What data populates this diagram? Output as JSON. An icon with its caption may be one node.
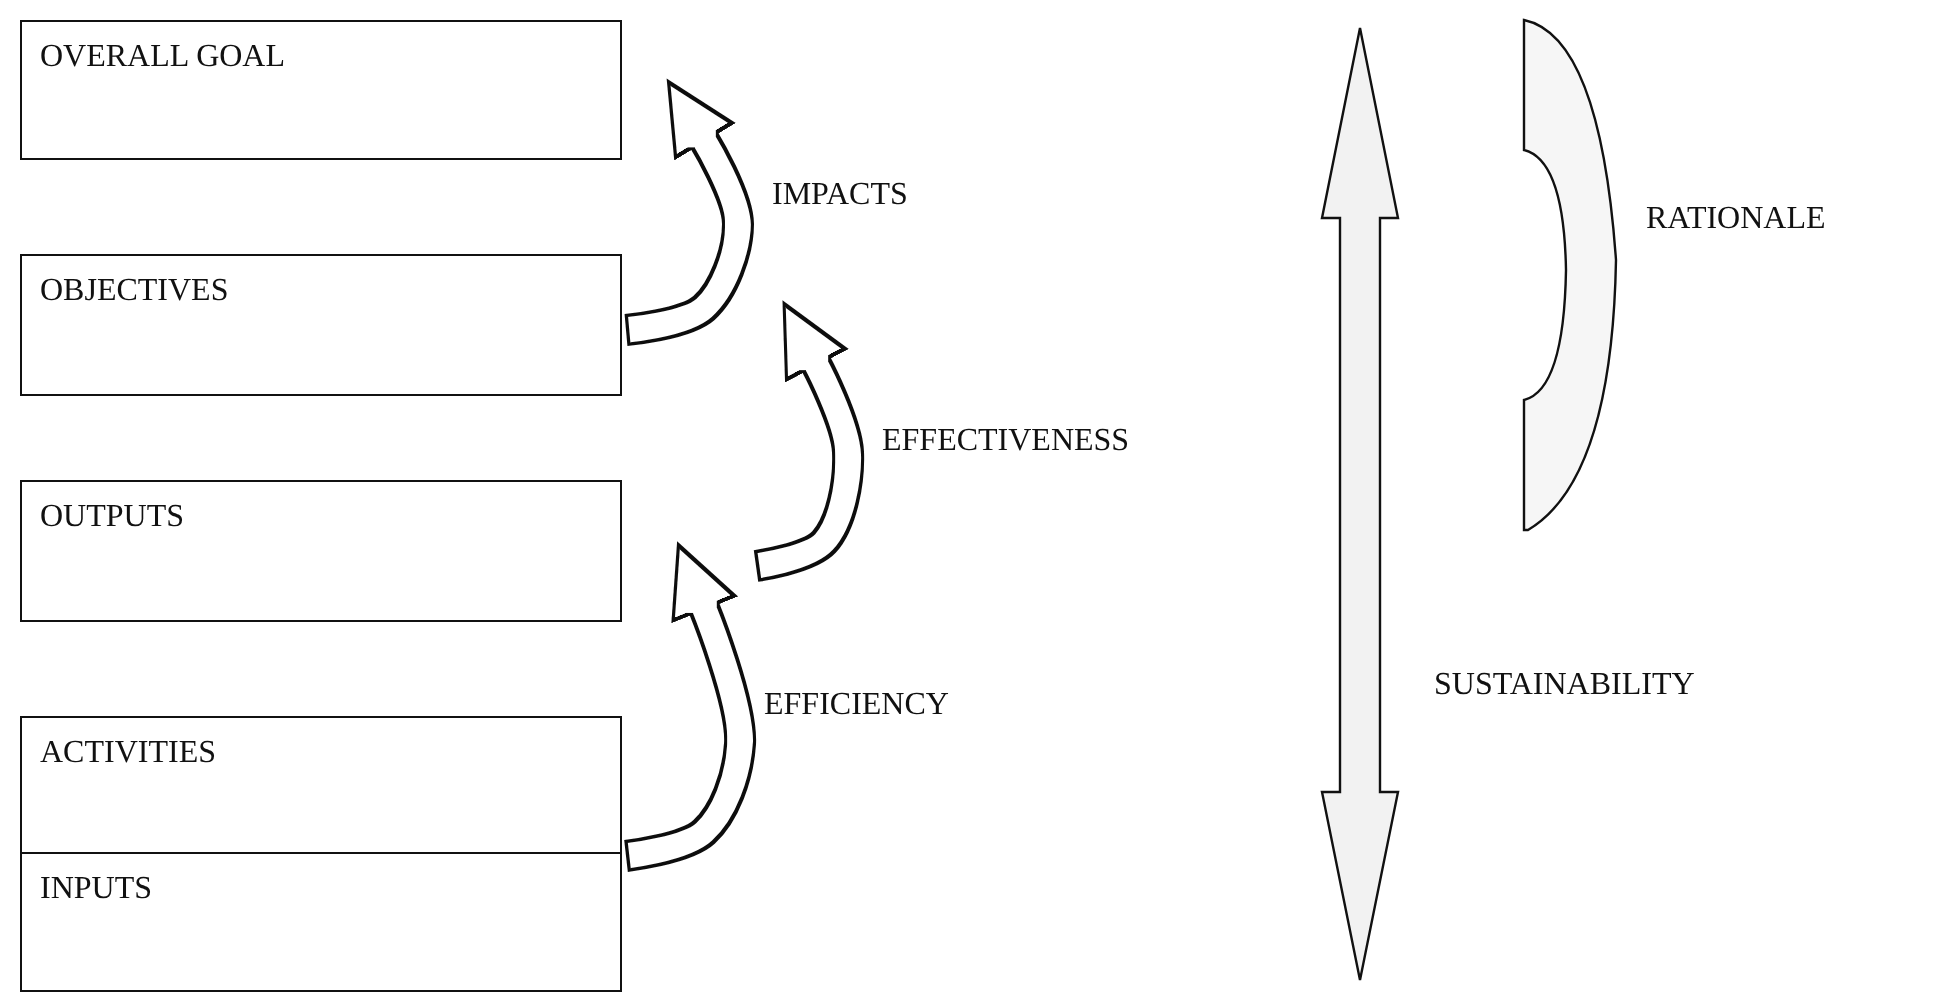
{
  "diagram": {
    "nodes": [
      {
        "text": [
          "OVERALL GOAL"
        ]
      },
      {
        "text": [
          "OBJECTIVES"
        ]
      },
      {
        "text": [
          "OUTPUTS"
        ]
      },
      {
        "text": [
          "ACTIVITIES"
        ]
      },
      {
        "text": [
          "INPUTS"
        ]
      },
      {
        "text": [],
        "shape": "bracket",
        "beside": [
          "RATIONALE"
        ]
      }
    ],
    "edges": [
      {
        "from": 1,
        "to": 0,
        "arrow": "to",
        "label": "IMPACTS"
      },
      {
        "from": null,
        "to": 1,
        "arrow": "to",
        "label": "EFFECTIVENESS"
      },
      {
        "from": 3,
        "to": 2,
        "arrow": "to",
        "label": "EFFICIENCY"
      }
    ],
    "labels": [
      "SUSTAINABILITY"
    ]
  }
}
